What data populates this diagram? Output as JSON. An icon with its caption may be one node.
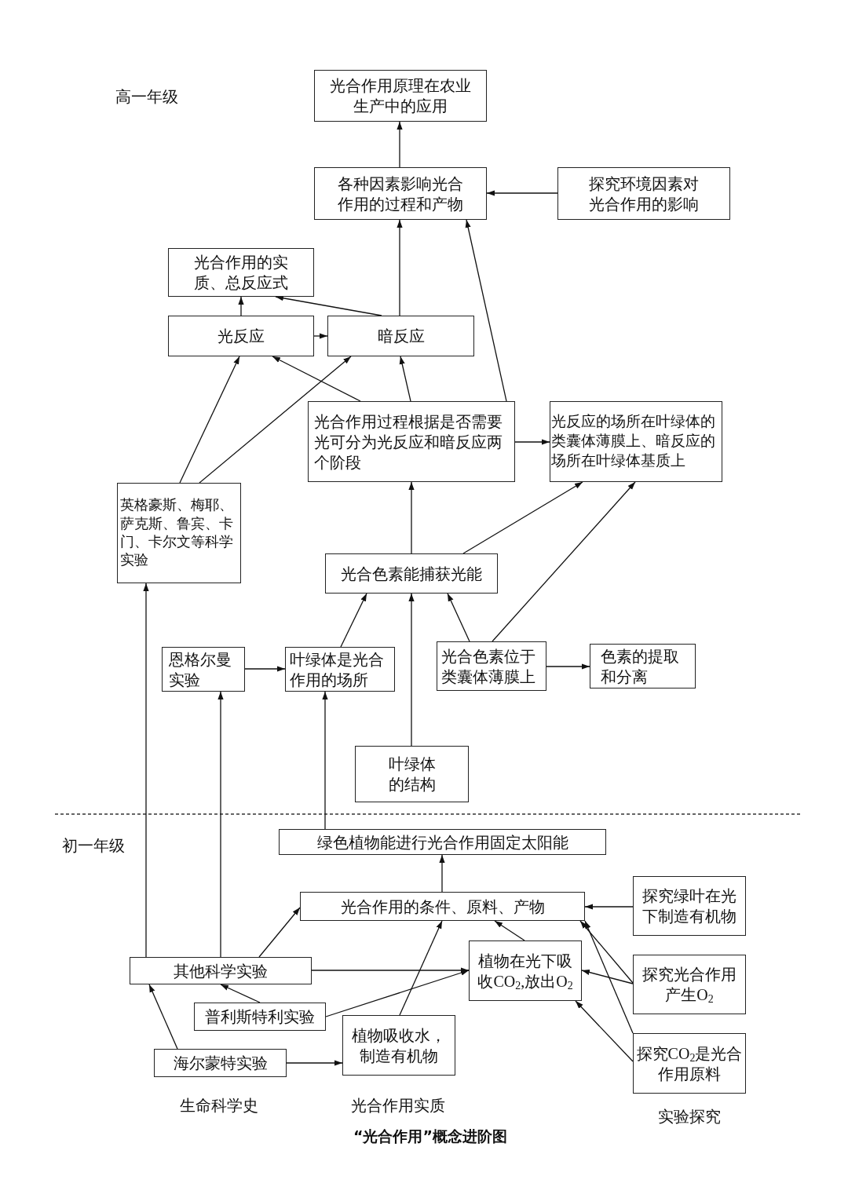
{
  "diagram": {
    "caption": "“光合作用”概念进阶图",
    "nodes": [
      {
        "text": [
          "光合作用原理在农业生产中的应用"
        ]
      },
      {
        "text": [
          "各种因素影响光合作用的过程和产物"
        ]
      },
      {
        "text": [
          "探究环境因素对光合作用的影响"
        ]
      },
      {
        "text": [
          "光合作用的实质、总反应式"
        ]
      },
      {
        "text": [
          "光反应"
        ]
      },
      {
        "text": [
          "暗反应"
        ]
      },
      {
        "text": [
          "光合作用过程根据是否需要光可分为光反应和暗反应两个阶段"
        ]
      },
      {
        "text": [
          "光反应的场所在叶绿体的类囊体薄膜上、暗反应的场所在叶绿体基质上"
        ]
      },
      {
        "text": [
          "英格豪斯、梅耶、萨克斯、鲁宾、卡门、卡尔文等科学实验"
        ]
      },
      {
        "text": [
          "光合色素能捕获光能"
        ]
      },
      {
        "text": [
          "恩格尔曼实验"
        ]
      },
      {
        "text": [
          "叶绿体是光合作用的场所"
        ]
      },
      {
        "text": [
          "光合色素位于类囊体薄膜上"
        ]
      },
      {
        "text": [
          "色素的提取和分离"
        ]
      },
      {
        "text": [
          "叶绿体的结构"
        ]
      },
      {
        "text": [
          "绿色植物能进行光合作用固定太阳能"
        ]
      },
      {
        "text": [
          "光合作用的条件、原料、产物"
        ]
      },
      {
        "text": [
          "探究绿叶在光下制造有机物"
        ]
      },
      {
        "text": [
          "其他科学实验"
        ]
      },
      {
        "text": [
          "植物在光下吸收CO$_{2}$,放出O$_{2}$"
        ]
      },
      {
        "text": [
          "探究光合作用产生O$_{2}$"
        ]
      },
      {
        "text": [
          "普利斯特利实验"
        ]
      },
      {
        "text": [
          "植物吸收水，制造有机物"
        ]
      },
      {
        "text": [
          "海尔蒙特实验"
        ]
      },
      {
        "text": [
          "探究CO$_{2}$是光合作用原料"
        ]
      }
    ],
    "edges": [
      {
        "from": 1,
        "to": 0,
        "arrow": "to"
      },
      {
        "from": 2,
        "to": 1,
        "arrow": "to"
      },
      {
        "from": 6,
        "to": 1,
        "arrow": "to"
      },
      {
        "from": 5,
        "to": 1,
        "arrow": "to"
      },
      {
        "from": 4,
        "to": 3,
        "arrow": "to"
      },
      {
        "from": 5,
        "to": 3,
        "arrow": "to"
      },
      {
        "from": 4,
        "to": 5,
        "arrow": "to"
      },
      {
        "from": 8,
        "to": 4,
        "arrow": "to"
      },
      {
        "from": 6,
        "to": 4,
        "arrow": "to"
      },
      {
        "from": 8,
        "to": 5,
        "arrow": "to"
      },
      {
        "from": 6,
        "to": 5,
        "arrow": "to"
      },
      {
        "from": 6,
        "to": 7,
        "arrow": "to"
      },
      {
        "from": 9,
        "to": 6,
        "arrow": "to"
      },
      {
        "from": 9,
        "to": 7,
        "arrow": "to"
      },
      {
        "from": 12,
        "to": 7,
        "arrow": "to"
      },
      {
        "from": 11,
        "to": 9,
        "arrow": "to"
      },
      {
        "from": 14,
        "to": 9,
        "arrow": "to"
      },
      {
        "from": 12,
        "to": 9,
        "arrow": "to"
      },
      {
        "from": 10,
        "to": 11,
        "arrow": "to"
      },
      {
        "from": 12,
        "to": 13,
        "arrow": "to"
      },
      {
        "from": 18,
        "to": 8,
        "arrow": "to"
      },
      {
        "from": 18,
        "to": 10,
        "arrow": "to"
      },
      {
        "from": 15,
        "to": 11,
        "arrow": "to"
      },
      {
        "from": 16,
        "to": 15,
        "arrow": "to"
      },
      {
        "from": 17,
        "to": 16,
        "arrow": "to"
      },
      {
        "from": 18,
        "to": 16,
        "arrow": "to"
      },
      {
        "from": 22,
        "to": 16,
        "arrow": "to"
      },
      {
        "from": 19,
        "to": 16,
        "arrow": "to"
      },
      {
        "from": 20,
        "to": 16,
        "arrow": "to"
      },
      {
        "from": 24,
        "to": 16,
        "arrow": "to"
      },
      {
        "from": 18,
        "to": 19,
        "arrow": "to"
      },
      {
        "from": 21,
        "to": 18,
        "arrow": "to"
      },
      {
        "from": 21,
        "to": 19,
        "arrow": "to"
      },
      {
        "from": 20,
        "to": 19,
        "arrow": "to"
      },
      {
        "from": 24,
        "to": 19,
        "arrow": "to"
      },
      {
        "from": 23,
        "to": 18,
        "arrow": "to"
      },
      {
        "from": 23,
        "to": 22,
        "arrow": "to"
      }
    ],
    "labels": [
      "高一年级",
      "初一年级",
      "生命科学史",
      "光合作用实质",
      "实验探究"
    ]
  }
}
